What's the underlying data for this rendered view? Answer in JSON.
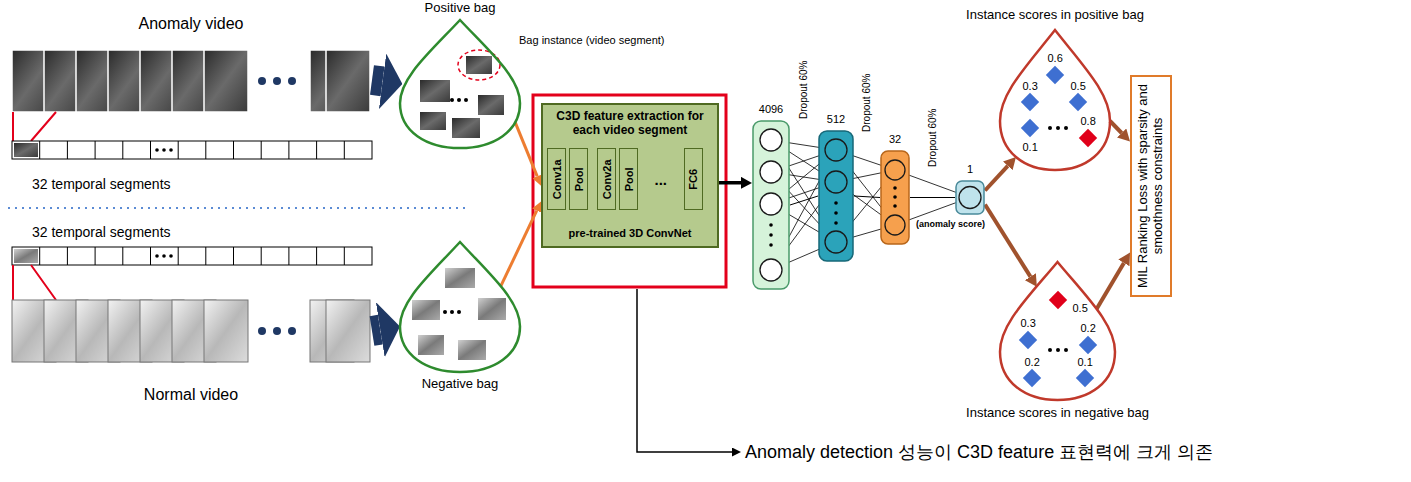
{
  "diagram": {
    "nodes": [
      {
        "text": [
          "Anomaly video"
        ]
      },
      {
        "text": [
          "Normal video"
        ]
      },
      {
        "text": [
          "Positive bag"
        ]
      },
      {
        "text": [
          "Negative bag"
        ]
      },
      {
        "text": [
          "C3D feature extraction for each video segment",
          "pre-trained 3D ConvNet"
        ]
      },
      {
        "text": [
          "Conv1a"
        ],
        "in": 4
      },
      {
        "text": [
          "Pool"
        ],
        "in": 4
      },
      {
        "text": [
          "Conv2a"
        ],
        "in": 4
      },
      {
        "text": [
          "Pool"
        ],
        "in": 4
      },
      {
        "text": [
          "FC6"
        ],
        "in": 4
      },
      {
        "text": [
          "4096"
        ]
      },
      {
        "text": [
          "512"
        ]
      },
      {
        "text": [
          "32"
        ]
      },
      {
        "text": [
          "1",
          "(anomaly score)"
        ]
      },
      {
        "text": [
          "Instance scores in positive bag"
        ]
      },
      {
        "text": [
          "Instance scores in negative bag"
        ]
      },
      {
        "text": [
          "MIL Ranking Loss with sparsity and smoothness constraints"
        ]
      }
    ],
    "edges": [
      {
        "from": 0,
        "to": 2,
        "arrow": "to"
      },
      {
        "from": 1,
        "to": 3,
        "arrow": "to"
      },
      {
        "from": 2,
        "to": 4,
        "arrow": "to"
      },
      {
        "from": 3,
        "to": 4,
        "arrow": "to"
      },
      {
        "from": 4,
        "to": 10,
        "arrow": "to"
      },
      {
        "from": 10,
        "to": 11,
        "arrow": "none"
      },
      {
        "from": 11,
        "to": 12,
        "arrow": "none"
      },
      {
        "from": 12,
        "to": 13,
        "arrow": "none"
      },
      {
        "from": 13,
        "to": 14,
        "arrow": "to"
      },
      {
        "from": 13,
        "to": 15,
        "arrow": "to"
      },
      {
        "from": 14,
        "to": 16,
        "arrow": "to"
      },
      {
        "from": 15,
        "to": 16,
        "arrow": "to"
      }
    ],
    "labels": [
      "Bag instance (video segment)",
      "32 temporal segments",
      "32 temporal segments",
      "...",
      "Dropout 60%",
      "Dropout 60%",
      "Dropout 60%",
      "0.6",
      "0.3",
      "0.5",
      "0.8",
      "0.1",
      "0.5",
      "0.3",
      "0.2",
      "0.2",
      "0.1",
      "Anomaly detection 성능이 C3D feature 표현력에 크게 의존"
    ]
  }
}
